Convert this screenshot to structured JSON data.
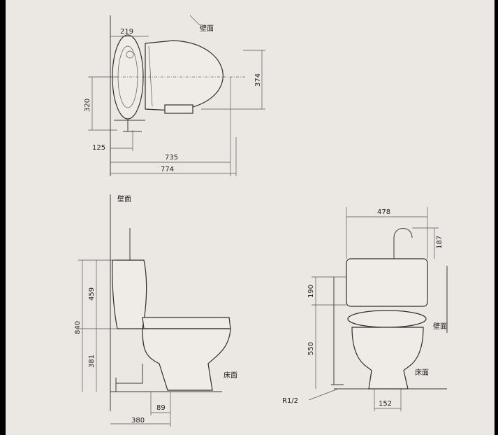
{
  "colors": {
    "paper": "#ebe8e4",
    "ink": "#2e2e2e",
    "border": "#000000"
  },
  "top_view": {
    "wall_label": "壁面",
    "dim_219": "219",
    "dim_374": "374",
    "dim_320": "320",
    "dim_125": "125",
    "dim_735": "735",
    "dim_774": "774"
  },
  "side_view": {
    "wall_label": "壁面",
    "floor_label": "床面",
    "dim_459": "459",
    "dim_840": "840",
    "dim_381": "381",
    "dim_89": "89",
    "dim_380": "380"
  },
  "front_view": {
    "wall_label": "壁面",
    "floor_label": "床面",
    "pipe_label": "R1/2",
    "dim_478": "478",
    "dim_187": "187",
    "dim_190": "190",
    "dim_550": "550",
    "dim_152": "152"
  }
}
